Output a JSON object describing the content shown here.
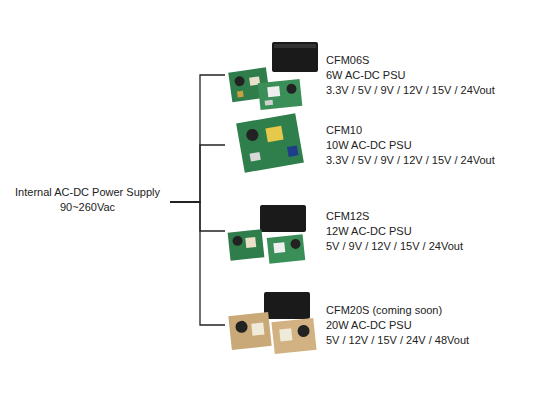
{
  "diagram": {
    "nodes": [
      {
        "text": [
          "Internal AC-DC Power Supply",
          "90~260Vac"
        ]
      },
      {
        "text": [
          "CFM06S",
          "6W AC-DC PSU",
          "3.3V / 5V / 9V / 12V / 15V / 24Vout"
        ]
      },
      {
        "text": [
          "CFM10",
          "10W AC-DC PSU",
          "3.3V / 5V / 9V / 12V / 15V / 24Vout"
        ]
      },
      {
        "text": [
          "CFM12S",
          "12W AC-DC PSU",
          "5V / 9V / 12V / 15V / 24Vout"
        ]
      },
      {
        "text": [
          "CFM20S (coming soon)",
          "20W AC-DC PSU",
          "5V / 12V / 15V / 24V / 48Vout"
        ]
      }
    ],
    "edges": [
      {
        "from": 0,
        "to": 1,
        "arrow": "none"
      },
      {
        "from": 0,
        "to": 2,
        "arrow": "none"
      },
      {
        "from": 0,
        "to": 3,
        "arrow": "none"
      },
      {
        "from": 0,
        "to": 4,
        "arrow": "none"
      }
    ]
  }
}
